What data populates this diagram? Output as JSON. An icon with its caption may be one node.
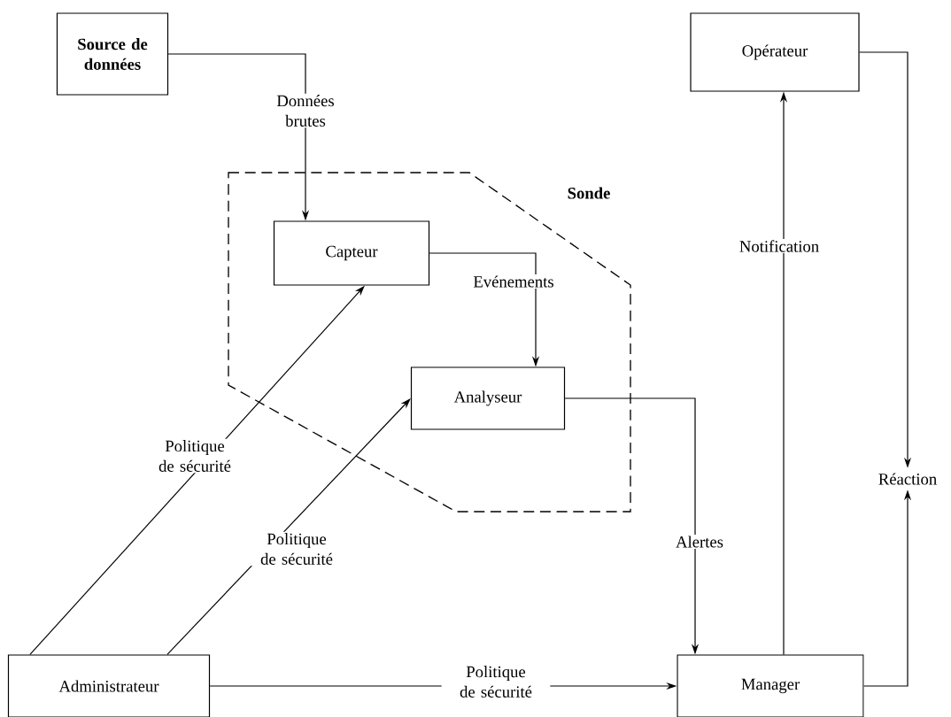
{
  "diagram": {
    "nodes": [
      {
        "text": [
          "Source de données"
        ]
      },
      {
        "text": [
          "Sonde"
        ]
      },
      {
        "text": [
          "Capteur"
        ],
        "in": 1
      },
      {
        "text": [
          "Analyseur"
        ],
        "in": 1
      },
      {
        "text": [
          "Opérateur"
        ]
      },
      {
        "text": [
          "Administrateur"
        ]
      },
      {
        "text": [
          "Manager"
        ]
      },
      {
        "text": [
          "Réaction"
        ]
      }
    ],
    "edges": [
      {
        "from": 0,
        "to": 2,
        "arrow": "to",
        "label": "Données brutes"
      },
      {
        "from": 2,
        "to": 3,
        "arrow": "to",
        "label": "Evénements"
      },
      {
        "from": 5,
        "to": 2,
        "arrow": "to",
        "label": "Politique de sécurité"
      },
      {
        "from": 5,
        "to": 3,
        "arrow": "to",
        "label": "Politique de sécurité"
      },
      {
        "from": 3,
        "to": 6,
        "arrow": "to",
        "label": "Alertes"
      },
      {
        "from": 5,
        "to": 6,
        "arrow": "to",
        "label": "Politique de sécurité"
      },
      {
        "from": 6,
        "to": 4,
        "arrow": "to",
        "label": "Notification"
      },
      {
        "from": 4,
        "to": 7,
        "arrow": "to"
      },
      {
        "from": 6,
        "to": 7,
        "arrow": "to"
      }
    ]
  }
}
